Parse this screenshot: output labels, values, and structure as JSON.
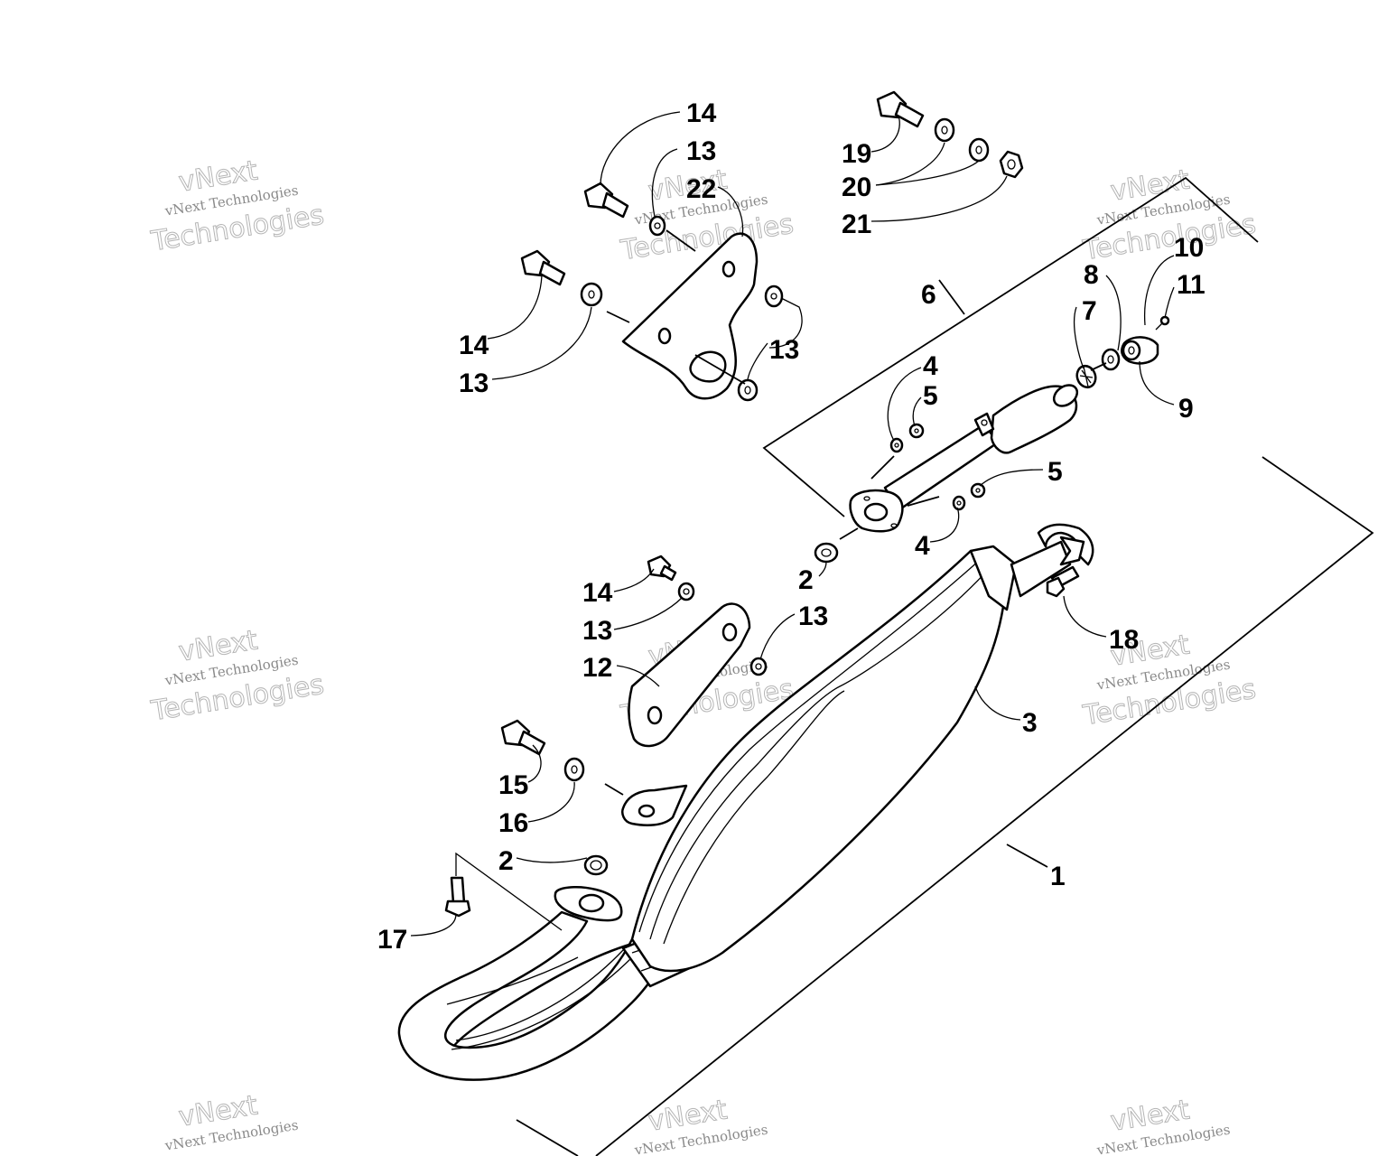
{
  "watermark": {
    "line1": "vNext",
    "line2": "vNext Technologies",
    "line3": "Technologies"
  },
  "callouts": [
    {
      "id": "c14a",
      "text": "14"
    },
    {
      "id": "c13a",
      "text": "13"
    },
    {
      "id": "c22",
      "text": "22"
    },
    {
      "id": "c14b",
      "text": "14"
    },
    {
      "id": "c13b",
      "text": "13"
    },
    {
      "id": "c13c",
      "text": "13"
    },
    {
      "id": "c19",
      "text": "19"
    },
    {
      "id": "c20",
      "text": "20"
    },
    {
      "id": "c21",
      "text": "21"
    },
    {
      "id": "c6",
      "text": "6"
    },
    {
      "id": "c10",
      "text": "10"
    },
    {
      "id": "c8",
      "text": "8"
    },
    {
      "id": "c11",
      "text": "11"
    },
    {
      "id": "c7",
      "text": "7"
    },
    {
      "id": "c9",
      "text": "9"
    },
    {
      "id": "c4a",
      "text": "4"
    },
    {
      "id": "c5a",
      "text": "5"
    },
    {
      "id": "c5b",
      "text": "5"
    },
    {
      "id": "c4b",
      "text": "4"
    },
    {
      "id": "c2a",
      "text": "2"
    },
    {
      "id": "c14c",
      "text": "14"
    },
    {
      "id": "c13d",
      "text": "13"
    },
    {
      "id": "c13e",
      "text": "13"
    },
    {
      "id": "c12",
      "text": "12"
    },
    {
      "id": "c18",
      "text": "18"
    },
    {
      "id": "c3",
      "text": "3"
    },
    {
      "id": "c15",
      "text": "15"
    },
    {
      "id": "c16",
      "text": "16"
    },
    {
      "id": "c2b",
      "text": "2"
    },
    {
      "id": "c1",
      "text": "1"
    },
    {
      "id": "c17",
      "text": "17"
    }
  ]
}
